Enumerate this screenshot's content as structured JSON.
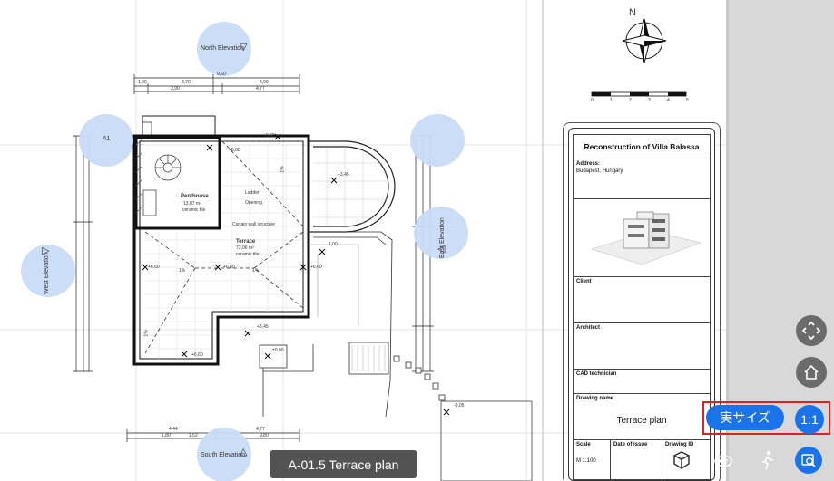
{
  "drawing": {
    "elevations": {
      "north": "North Elevation",
      "south": "South Elevation",
      "east": "East Elevation",
      "west": "West Elevation",
      "a1": "A1"
    },
    "rooms": {
      "penthouse_name": "Penthouse",
      "penthouse_area": "13,07 m²",
      "penthouse_finish": "ceramic tile",
      "terrace_name": "Terrace",
      "terrace_area": "73,06 m²",
      "terrace_finish": "ceramic tile"
    },
    "notes": {
      "ladder": "Ladder",
      "opening": "Opening",
      "curtain_wall": "Curtain wall structure"
    },
    "levels": [
      "+6,60",
      "+6,80",
      "+3,45",
      "+6,60",
      "+6,60",
      "+3,45",
      "+6,60",
      "±0,00",
      "1,00",
      "-0,05",
      "+6,60"
    ],
    "dimensions_top": [
      "9,60",
      "1,00",
      "3,70",
      "4,90",
      "3,90",
      "4,77"
    ],
    "dimensions_bottom": [
      "4,44",
      "4,77",
      "1,80",
      "1,52",
      "9,80"
    ],
    "slope_labels": [
      "1%",
      "1%",
      "1%",
      "1%"
    ],
    "scale_ticks": [
      "0",
      "1",
      "2",
      "3",
      "4",
      "5"
    ]
  },
  "title_block": {
    "title": "Reconstruction of Villa Balassa",
    "address_label": "Address:",
    "address_value": "Budapest, Hungary",
    "client_label": "Client",
    "architect_label": "Architect",
    "cad_label": "CAD technician",
    "drawing_name_label": "Drawing name",
    "drawing_name": "Terrace plan",
    "scale_label": "Scale",
    "scale_value": "M 1:100",
    "date_label": "Date of issue",
    "drawing_id_label": "Drawing ID"
  },
  "compass": {
    "north_label": "N"
  },
  "caption": "A-01.5 Terrace plan",
  "controls": {
    "actual_size_label": "実サイズ",
    "one_to_one_label": "1:1"
  },
  "icons": [
    "navigate-icon",
    "home-icon",
    "cube-icon",
    "gamepad-icon",
    "walk-icon",
    "zoom-search-icon"
  ]
}
